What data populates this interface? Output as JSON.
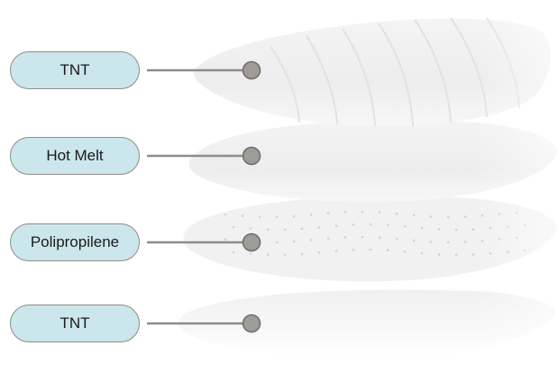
{
  "layers": [
    {
      "label": "TNT"
    },
    {
      "label": "Hot Melt"
    },
    {
      "label": "Polipropilene"
    },
    {
      "label": "TNT"
    }
  ],
  "colors": {
    "pill_fill": "#cbe7ec",
    "pill_border": "#8e8c88",
    "connector": "#8e8c88",
    "dot_fill": "#9e9c97",
    "pillow": "#f2f2f2"
  }
}
